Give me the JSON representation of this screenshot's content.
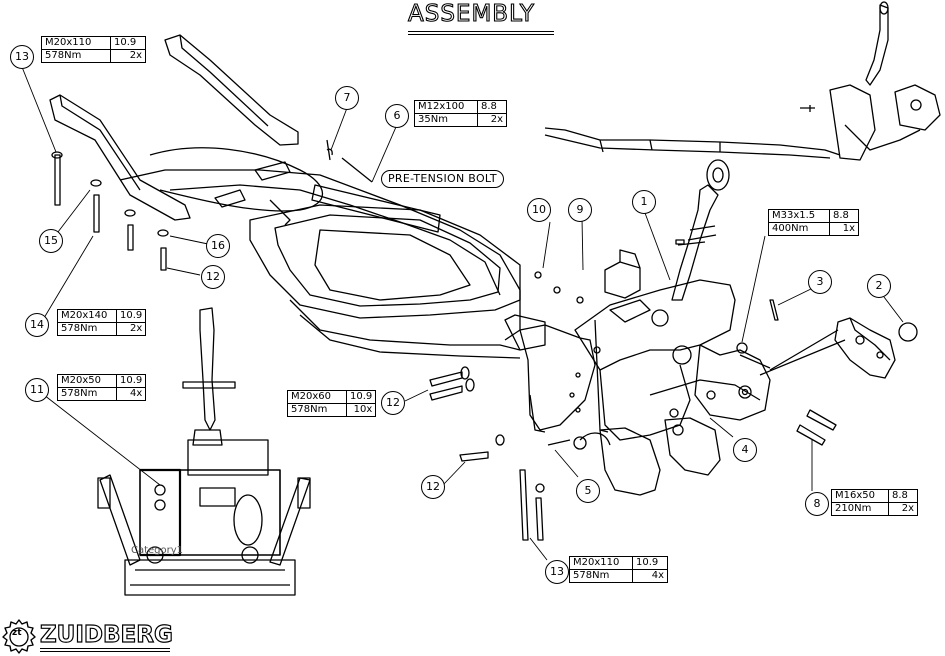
{
  "title": "ASSEMBLY",
  "callouts": {
    "c1": "1",
    "c2": "2",
    "c3": "3",
    "c4": "4",
    "c5": "5",
    "c6": "6",
    "c7": "7",
    "c8": "8",
    "c9": "9",
    "c10": "10",
    "c11": "11",
    "c12a": "12",
    "c12b": "12",
    "c12c": "12",
    "c13a": "13",
    "c13b": "13",
    "c14": "14",
    "c15": "15",
    "c16": "16"
  },
  "pretension_label": "PRE-TENSION BOLT",
  "reference_label": "Category1",
  "spec_tables": {
    "t13_top": {
      "bolt": "M20x110",
      "grade": "10.9",
      "torque": "578Nm",
      "qty": "2x"
    },
    "t6": {
      "bolt": "M12x100",
      "grade": "8.8",
      "torque": "35Nm",
      "qty": "2x"
    },
    "t14": {
      "bolt": "M20x140",
      "grade": "10.9",
      "torque": "578Nm",
      "qty": "2x"
    },
    "t11": {
      "bolt": "M20x50",
      "grade": "10.9",
      "torque": "578Nm",
      "qty": "4x"
    },
    "t12": {
      "bolt": "M20x60",
      "grade": "10.9",
      "torque": "578Nm",
      "qty": "10x"
    },
    "t1": {
      "bolt": "M33x1.5",
      "grade": "8.8",
      "torque": "400Nm",
      "qty": "1x"
    },
    "t8": {
      "bolt": "M16x50",
      "grade": "8.8",
      "torque": "210Nm",
      "qty": "2x"
    },
    "t13_bottom": {
      "bolt": "M20x110",
      "grade": "10.9",
      "torque": "578Nm",
      "qty": "4x"
    }
  },
  "brand": {
    "name": "ZUIDBERG",
    "emblem_text": "zt",
    "primary_color": "#000000"
  }
}
